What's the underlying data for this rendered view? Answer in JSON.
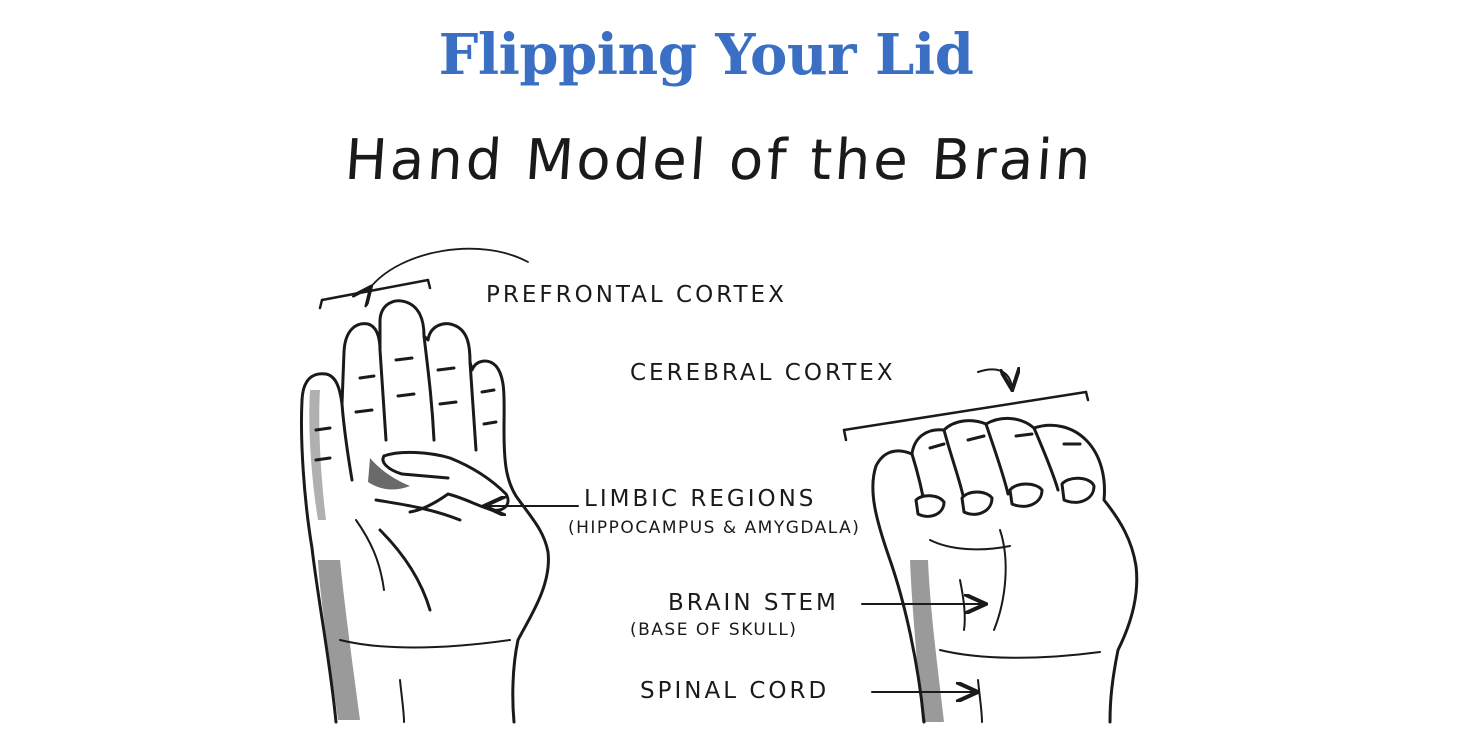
{
  "slide": {
    "title": "Flipping Your Lid"
  },
  "diagram": {
    "title": "Hand Model of the Brain",
    "labels": {
      "prefrontal_cortex": "PREFRONTAL CORTEX",
      "cerebral_cortex": "CEREBRAL CORTEX",
      "limbic_regions": "LIMBIC REGIONS",
      "limbic_regions_detail": "(HIPPOCAMPUS & AMYGDALA)",
      "brain_stem": "BRAIN STEM",
      "brain_stem_detail": "(BASE OF SKULL)",
      "spinal_cord": "SPINAL CORD"
    }
  },
  "colors": {
    "title_blue": "#3a6fc4",
    "ink": "#1a1a1a",
    "shadow": "#9a9a9a"
  },
  "icons": {
    "open_hand": "open-hand-illustration",
    "fist": "closed-fist-illustration"
  }
}
